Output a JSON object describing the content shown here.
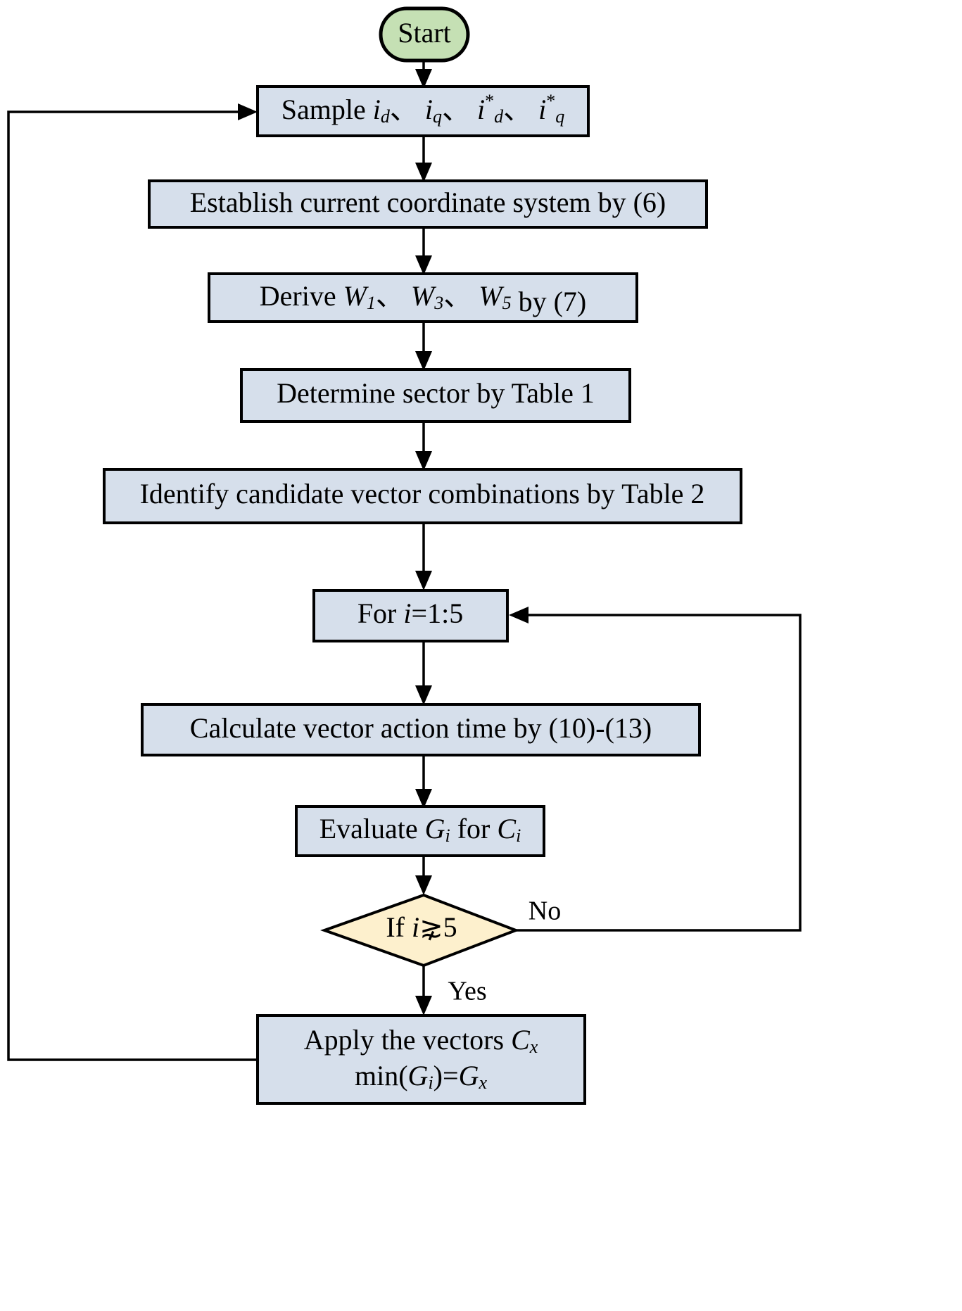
{
  "diagram": {
    "title": "Control algorithm flowchart",
    "background_color": "#ffffff",
    "process_fill": "#d6dfeb",
    "terminator_fill": "#c5e0b4",
    "decision_fill": "#fdf0cd",
    "border_color": "#000000",
    "connector_color": "#000000"
  },
  "nodes": {
    "start": {
      "type": "terminator",
      "label": "Start"
    },
    "sample": {
      "type": "process",
      "label": "Sample",
      "vars": [
        {
          "base": "i",
          "sub": "d",
          "sup": ""
        },
        {
          "base": "i",
          "sub": "q",
          "sup": ""
        },
        {
          "base": "i",
          "sub": "d",
          "sup": "*"
        },
        {
          "base": "i",
          "sub": "q",
          "sup": "*"
        }
      ],
      "separator": "、"
    },
    "establish": {
      "type": "process",
      "label": "Establish  current coordinate system by (6)"
    },
    "derive": {
      "type": "process",
      "label": "Derive",
      "vars": [
        {
          "base": "W",
          "sub": "1"
        },
        {
          "base": "W",
          "sub": "3"
        },
        {
          "base": "W",
          "sub": "5"
        }
      ],
      "separator": "、",
      "suffix": "by (7)"
    },
    "sector": {
      "type": "process",
      "label": "Determine sector  by Table 1"
    },
    "candidates": {
      "type": "process",
      "label": "Identify candidate vector combinations  by Table 2"
    },
    "loop": {
      "type": "process",
      "label_prefix": "For ",
      "label_var": "i",
      "label_suffix": "=1:5"
    },
    "action_time": {
      "type": "process",
      "label": "Calculate vector action time  by (10)-(13)"
    },
    "evaluate": {
      "type": "process",
      "label_prefix": "Evaluate ",
      "var1_base": "G",
      "var1_sub": "i",
      "label_mid": " for ",
      "var2_base": "C",
      "var2_sub": "i"
    },
    "decision": {
      "type": "decision",
      "label_prefix": "If  ",
      "label_var": "i",
      "label_suffix": "⋧5"
    },
    "apply": {
      "type": "process",
      "line1_prefix": "Apply the  vectors ",
      "line1_var_base": "C",
      "line1_var_sub": "x",
      "line2_prefix": "min(",
      "line2_var1_base": "G",
      "line2_var1_sub": "i",
      "line2_mid": ")=",
      "line2_var2_base": "G",
      "line2_var2_sub": "x"
    }
  },
  "edges": {
    "no_label": "No",
    "yes_label": "Yes"
  }
}
